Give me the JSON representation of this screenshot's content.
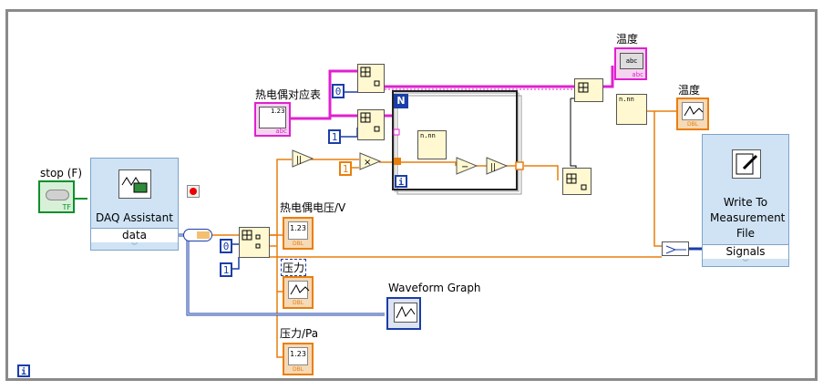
{
  "labels": {
    "stop": "stop (F)",
    "daq_title": "DAQ Assistant",
    "daq_terminal": "data",
    "thermo_table": "热电偶对应表",
    "thermo_voltage": "热电偶电压/V",
    "pressure_top": "压力",
    "pressure_pa": "压力/Pa",
    "waveform_graph": "Waveform Graph",
    "temp_str": "温度",
    "temp_dbl": "温度",
    "write_file": "Write To Measurement File",
    "signals": "Signals"
  },
  "constants": {
    "zero_top": "0",
    "one_mid": "1",
    "one_orange": "1",
    "zero_bottom": "0",
    "one_bottom": "1"
  },
  "tags": {
    "tf": "TF",
    "dbl": "DBL",
    "abc": "abc",
    "i": "i",
    "N": "N",
    "n123": "1.23",
    "nnn": "n.nn"
  },
  "colors": {
    "orange_wire": "#e87f0c",
    "pink_wire": "#e020d0",
    "blue_wire": "#1a3ea8",
    "green_wire": "#0c8f2c",
    "express_blue": "#cfe3f5"
  }
}
